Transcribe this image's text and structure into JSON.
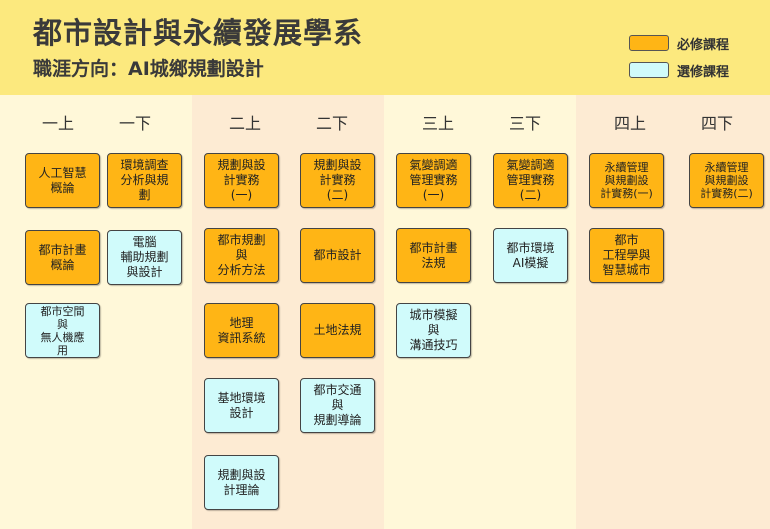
{
  "header": {
    "title": "都市設計與永續發展學系",
    "subtitle": "職涯方向：AI城鄉規劃設計"
  },
  "legend": {
    "required": {
      "label": "必修課程",
      "color": "#ffb515"
    },
    "elective": {
      "label": "選修課程",
      "color": "#d0fbfb"
    }
  },
  "semesters": [
    "一上",
    "一下",
    "二上",
    "二下",
    "三上",
    "三下",
    "四上",
    "四下"
  ],
  "courses": [
    {
      "name": "人工智慧\n概論",
      "type": "required"
    },
    {
      "name": "環境調查\n分析與規\n劃",
      "type": "required"
    },
    {
      "name": "都市計畫\n概論",
      "type": "required"
    },
    {
      "name": "電腦\n輔助規劃\n與設計",
      "type": "elective"
    },
    {
      "name": "都市空間\n與\n無人機應\n用",
      "type": "elective"
    },
    {
      "name": "規劃與設\n計實務\n(一)",
      "type": "required"
    },
    {
      "name": "都市規劃\n與\n分析方法",
      "type": "required"
    },
    {
      "name": "地理\n資訊系統",
      "type": "required"
    },
    {
      "name": "基地環境\n設計",
      "type": "elective"
    },
    {
      "name": "規劃與設\n計理論",
      "type": "elective"
    },
    {
      "name": "規劃與設\n計實務\n(二)",
      "type": "required"
    },
    {
      "name": "都市設計",
      "type": "required"
    },
    {
      "name": "土地法規",
      "type": "required"
    },
    {
      "name": "都市交通\n與\n規劃導論",
      "type": "elective"
    },
    {
      "name": "氣變調適\n管理實務\n(一)",
      "type": "required"
    },
    {
      "name": "都市計畫\n法規",
      "type": "required"
    },
    {
      "name": "城市模擬\n與\n溝通技巧",
      "type": "elective"
    },
    {
      "name": "氣變調適\n管理實務\n(二)",
      "type": "required"
    },
    {
      "name": "都市環境\nAI模擬",
      "type": "elective"
    },
    {
      "name": "永續管理\n與規劃設\n計實務(一)",
      "type": "required"
    },
    {
      "name": "都市\n工程學與\n智慧城市",
      "type": "required"
    },
    {
      "name": "永續管理\n與規劃設\n計實務(二)",
      "type": "required"
    }
  ]
}
